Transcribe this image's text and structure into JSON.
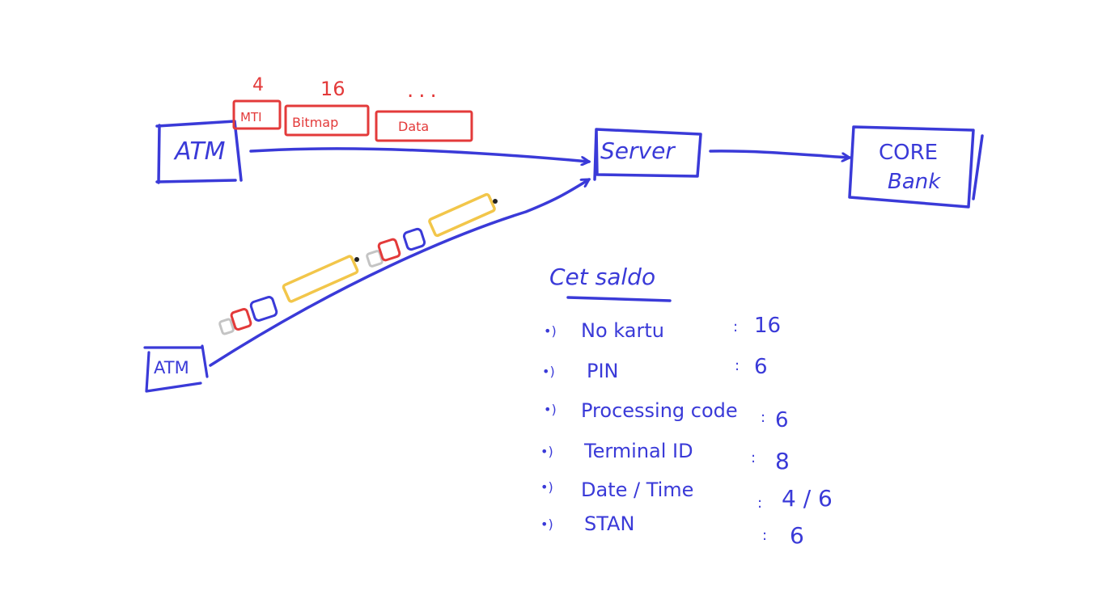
{
  "colors": {
    "blue_ink": "#3a3ad8",
    "red_ink": "#e33a3a",
    "yellow_ink": "#f2c64a",
    "grey_ink": "#c4c4c4",
    "background": "#ffffff"
  },
  "nodes": {
    "atm_top": "ATM",
    "atm_bottom": "ATM",
    "server": "Server",
    "core_bank_line1": "CORE",
    "core_bank_line2": "Bank"
  },
  "message": {
    "fields": [
      {
        "label": "MTI",
        "size": "4"
      },
      {
        "label": "Bitmap",
        "size": "16"
      },
      {
        "label": "Data",
        "size": "..."
      }
    ]
  },
  "spec": {
    "title": "Cet saldo",
    "items": [
      {
        "bullet": "•)",
        "name": "No kartu",
        "sep": ":",
        "value": "16"
      },
      {
        "bullet": "•)",
        "name": "PIN",
        "sep": ":",
        "value": "6"
      },
      {
        "bullet": "•)",
        "name": "Processing code",
        "sep": ":",
        "value": "6"
      },
      {
        "bullet": "•)",
        "name": "Terminal ID",
        "sep": ":",
        "value": "8"
      },
      {
        "bullet": "•)",
        "name": "Date / Time",
        "sep": ":",
        "value": "4 / 6"
      },
      {
        "bullet": "•)",
        "name": "STAN",
        "sep": ":",
        "value": "6"
      }
    ]
  }
}
